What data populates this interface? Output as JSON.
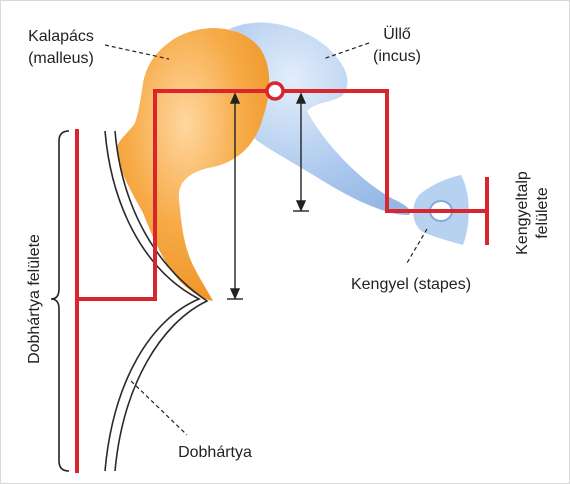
{
  "labels": {
    "malleus_hu": "Kalapács",
    "malleus_la": "(malleus)",
    "incus_hu": "Üllő",
    "incus_la": "(incus)",
    "stapes": "Kengyel (stapes)",
    "footplate_line1": "Kengyeltalp",
    "footplate_line2": "felülete",
    "eardrum": "Dobhártya",
    "eardrum_surface": "Dobhártya felülete"
  },
  "colors": {
    "lever": "#d9262e",
    "malleus": "#f5a63c",
    "incus": "#a9c7ec",
    "stapes": "#b7d2f0",
    "outline": "#2b2b2b"
  }
}
